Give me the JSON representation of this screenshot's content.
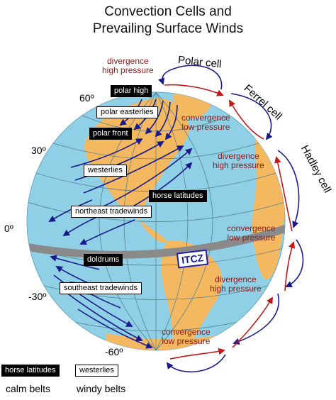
{
  "title": {
    "line1": "Convection Cells and",
    "line2": "Prevailing Surface Winds"
  },
  "cells": {
    "polar": "Polar cell",
    "ferrel": "Ferrel cell",
    "hadley": "Hadley cell"
  },
  "pressure_labels": {
    "polar_divergence": [
      "divergence",
      "high pressure"
    ],
    "convergence_60": [
      "convergence",
      "low pressure"
    ],
    "divergence_30": [
      "divergence",
      "high pressure"
    ],
    "convergence_0": [
      "convergence",
      "low pressure"
    ],
    "divergence_s30": [
      "divergence",
      "high pressure"
    ],
    "convergence_s60": [
      "convergence",
      "low pressure"
    ]
  },
  "latitudes": {
    "n60": "60º",
    "n30": "30º",
    "eq": "0º",
    "s30": "-30º",
    "s60": "-60º"
  },
  "belt_labels": {
    "polar_high": "polar high",
    "polar_easterlies": "polar easterlies",
    "polar_front": "polar front",
    "westerlies": "westerlies",
    "horse_latitudes": "horse latitudes",
    "northeast_tradewinds": "northeast tradewinds",
    "doldrums": "doldrums",
    "southeast_tradewinds": "southeast tradewinds",
    "itcz": "ITCZ"
  },
  "legend": {
    "calm_sample": "horse latitudes",
    "windy_sample": "westerlies",
    "calm_label": "calm belts",
    "windy_label": "windy belts"
  },
  "colors": {
    "ocean": "#8fd0e6",
    "land": "#f4b860",
    "arrow_blue": "#1a1a8c",
    "arrow_red": "#c01818",
    "label_red": "#8b1a1a",
    "itcz_band": "#8a8a8a"
  }
}
